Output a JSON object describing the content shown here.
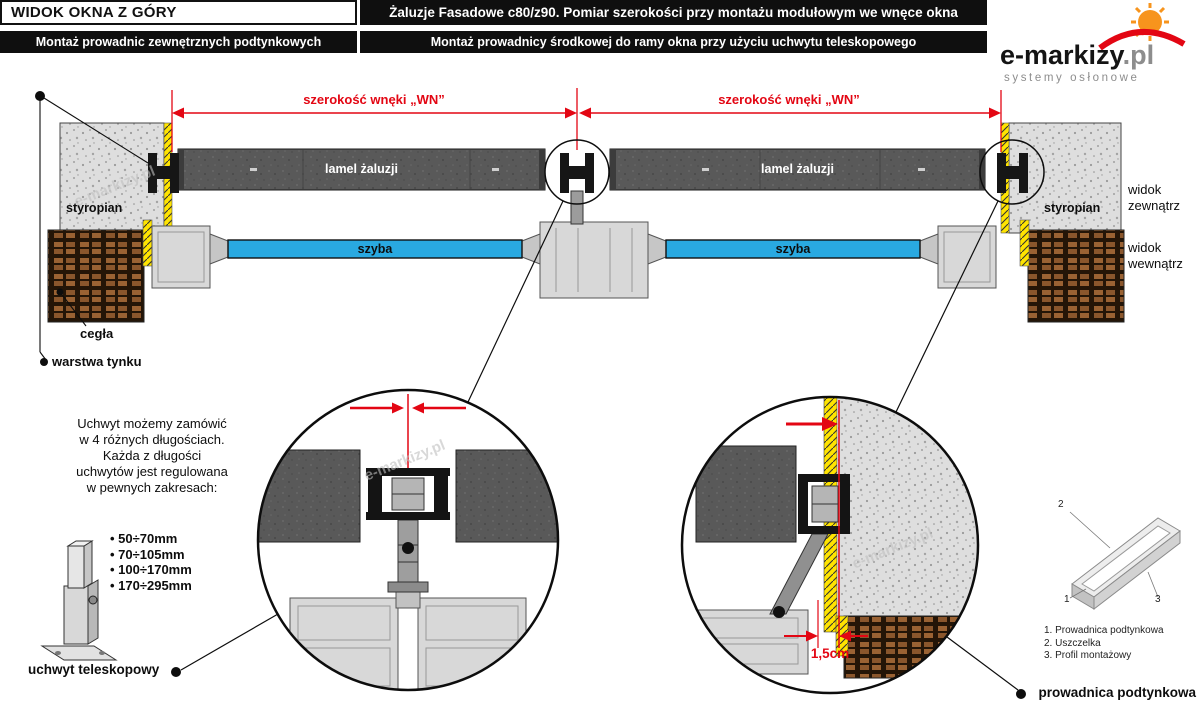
{
  "header": {
    "title": "WIDOK OKNA Z GÓRY",
    "top_right": "Żaluzje Fasadowe c80/z90.  Pomiar szerokości przy montażu modułowym we wnęce okna",
    "bottom_left": "Montaż prowadnic zewnętrznych podtynkowych",
    "bottom_right": "Montaż prowadnicy środkowej do ramy okna przy użyciu uchwytu teleskopowego"
  },
  "logo": {
    "brand": "e-markizy",
    "domain": ".pl",
    "tagline": "systemy osłonowe"
  },
  "diagram": {
    "dim_label_left": "szerokość wnęki „WN”",
    "dim_label_right": "szerokość wnęki „WN”",
    "lamel_label_left": "lamel żaluzji",
    "lamel_label_right": "lamel żaluzji",
    "glass_label_left": "szyba",
    "glass_label_right": "szyba",
    "styrofoam_label_left": "styropian",
    "styrofoam_label_right": "styropian",
    "brick_label": "cegła",
    "plaster_label": "warstwa tynku",
    "view_outside_line1": "widok",
    "view_outside_line2": "zewnątrz",
    "view_inside_line1": "widok",
    "view_inside_line2": "wewnątrz"
  },
  "bracket_note": {
    "line1": "Uchwyt możemy zamówić",
    "line2": "w 4 różnych długościach.",
    "line3": "Każda z długości",
    "line4": "uchwytów jest regulowana",
    "line5": "w pewnych zakresach:",
    "sizes": [
      "• 50÷70mm",
      "• 70÷105mm",
      "• 100÷170mm",
      "• 170÷295mm"
    ],
    "label": "uchwyt teleskopowy"
  },
  "detail": {
    "gap_dimension": "1,5cm"
  },
  "profile": {
    "num1": "1",
    "num2": "2",
    "num3": "3",
    "legend1": "1. Prowadnica podtynkowa",
    "legend2": "2. Uszczelka",
    "legend3": "3. Profil montażowy",
    "label": "prowadnica podtynkowa"
  },
  "watermark": "e-markizy.pl"
}
